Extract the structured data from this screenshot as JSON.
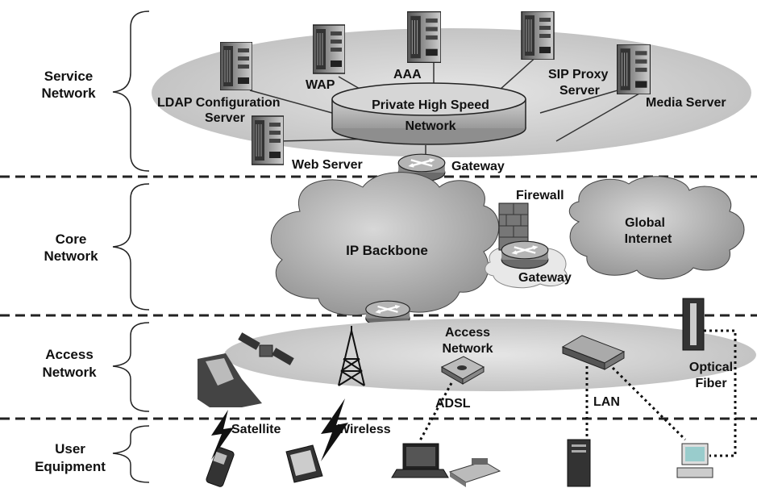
{
  "layer_labels": {
    "service_1": "Service",
    "service_2": "Network",
    "core_1": "Core",
    "core_2": "Network",
    "access_1": "Access",
    "access_2": "Network",
    "user_1": "User",
    "user_2": "Equipment"
  },
  "service": {
    "ldap_1": "LDAP Configuration",
    "ldap_2": "Server",
    "wap": "WAP",
    "aaa": "AAA",
    "sip_1": "SIP Proxy",
    "sip_2": "Server",
    "media": "Media Server",
    "web": "Web Server",
    "phsn_1": "Private High Speed",
    "phsn_2": "Network"
  },
  "core": {
    "gateway_top": "Gateway",
    "firewall": "Firewall",
    "ip_backbone": "IP Backbone",
    "global_1": "Global",
    "global_2": "Internet",
    "gateway_right": "Gateway"
  },
  "access": {
    "access_net_1": "Access",
    "access_net_2": "Network",
    "optical_1": "Optical",
    "optical_2": "Fiber"
  },
  "user": {
    "satellite": "Satellite",
    "wireless": "Wireless",
    "adsl": "ADSL",
    "lan": "LAN"
  }
}
